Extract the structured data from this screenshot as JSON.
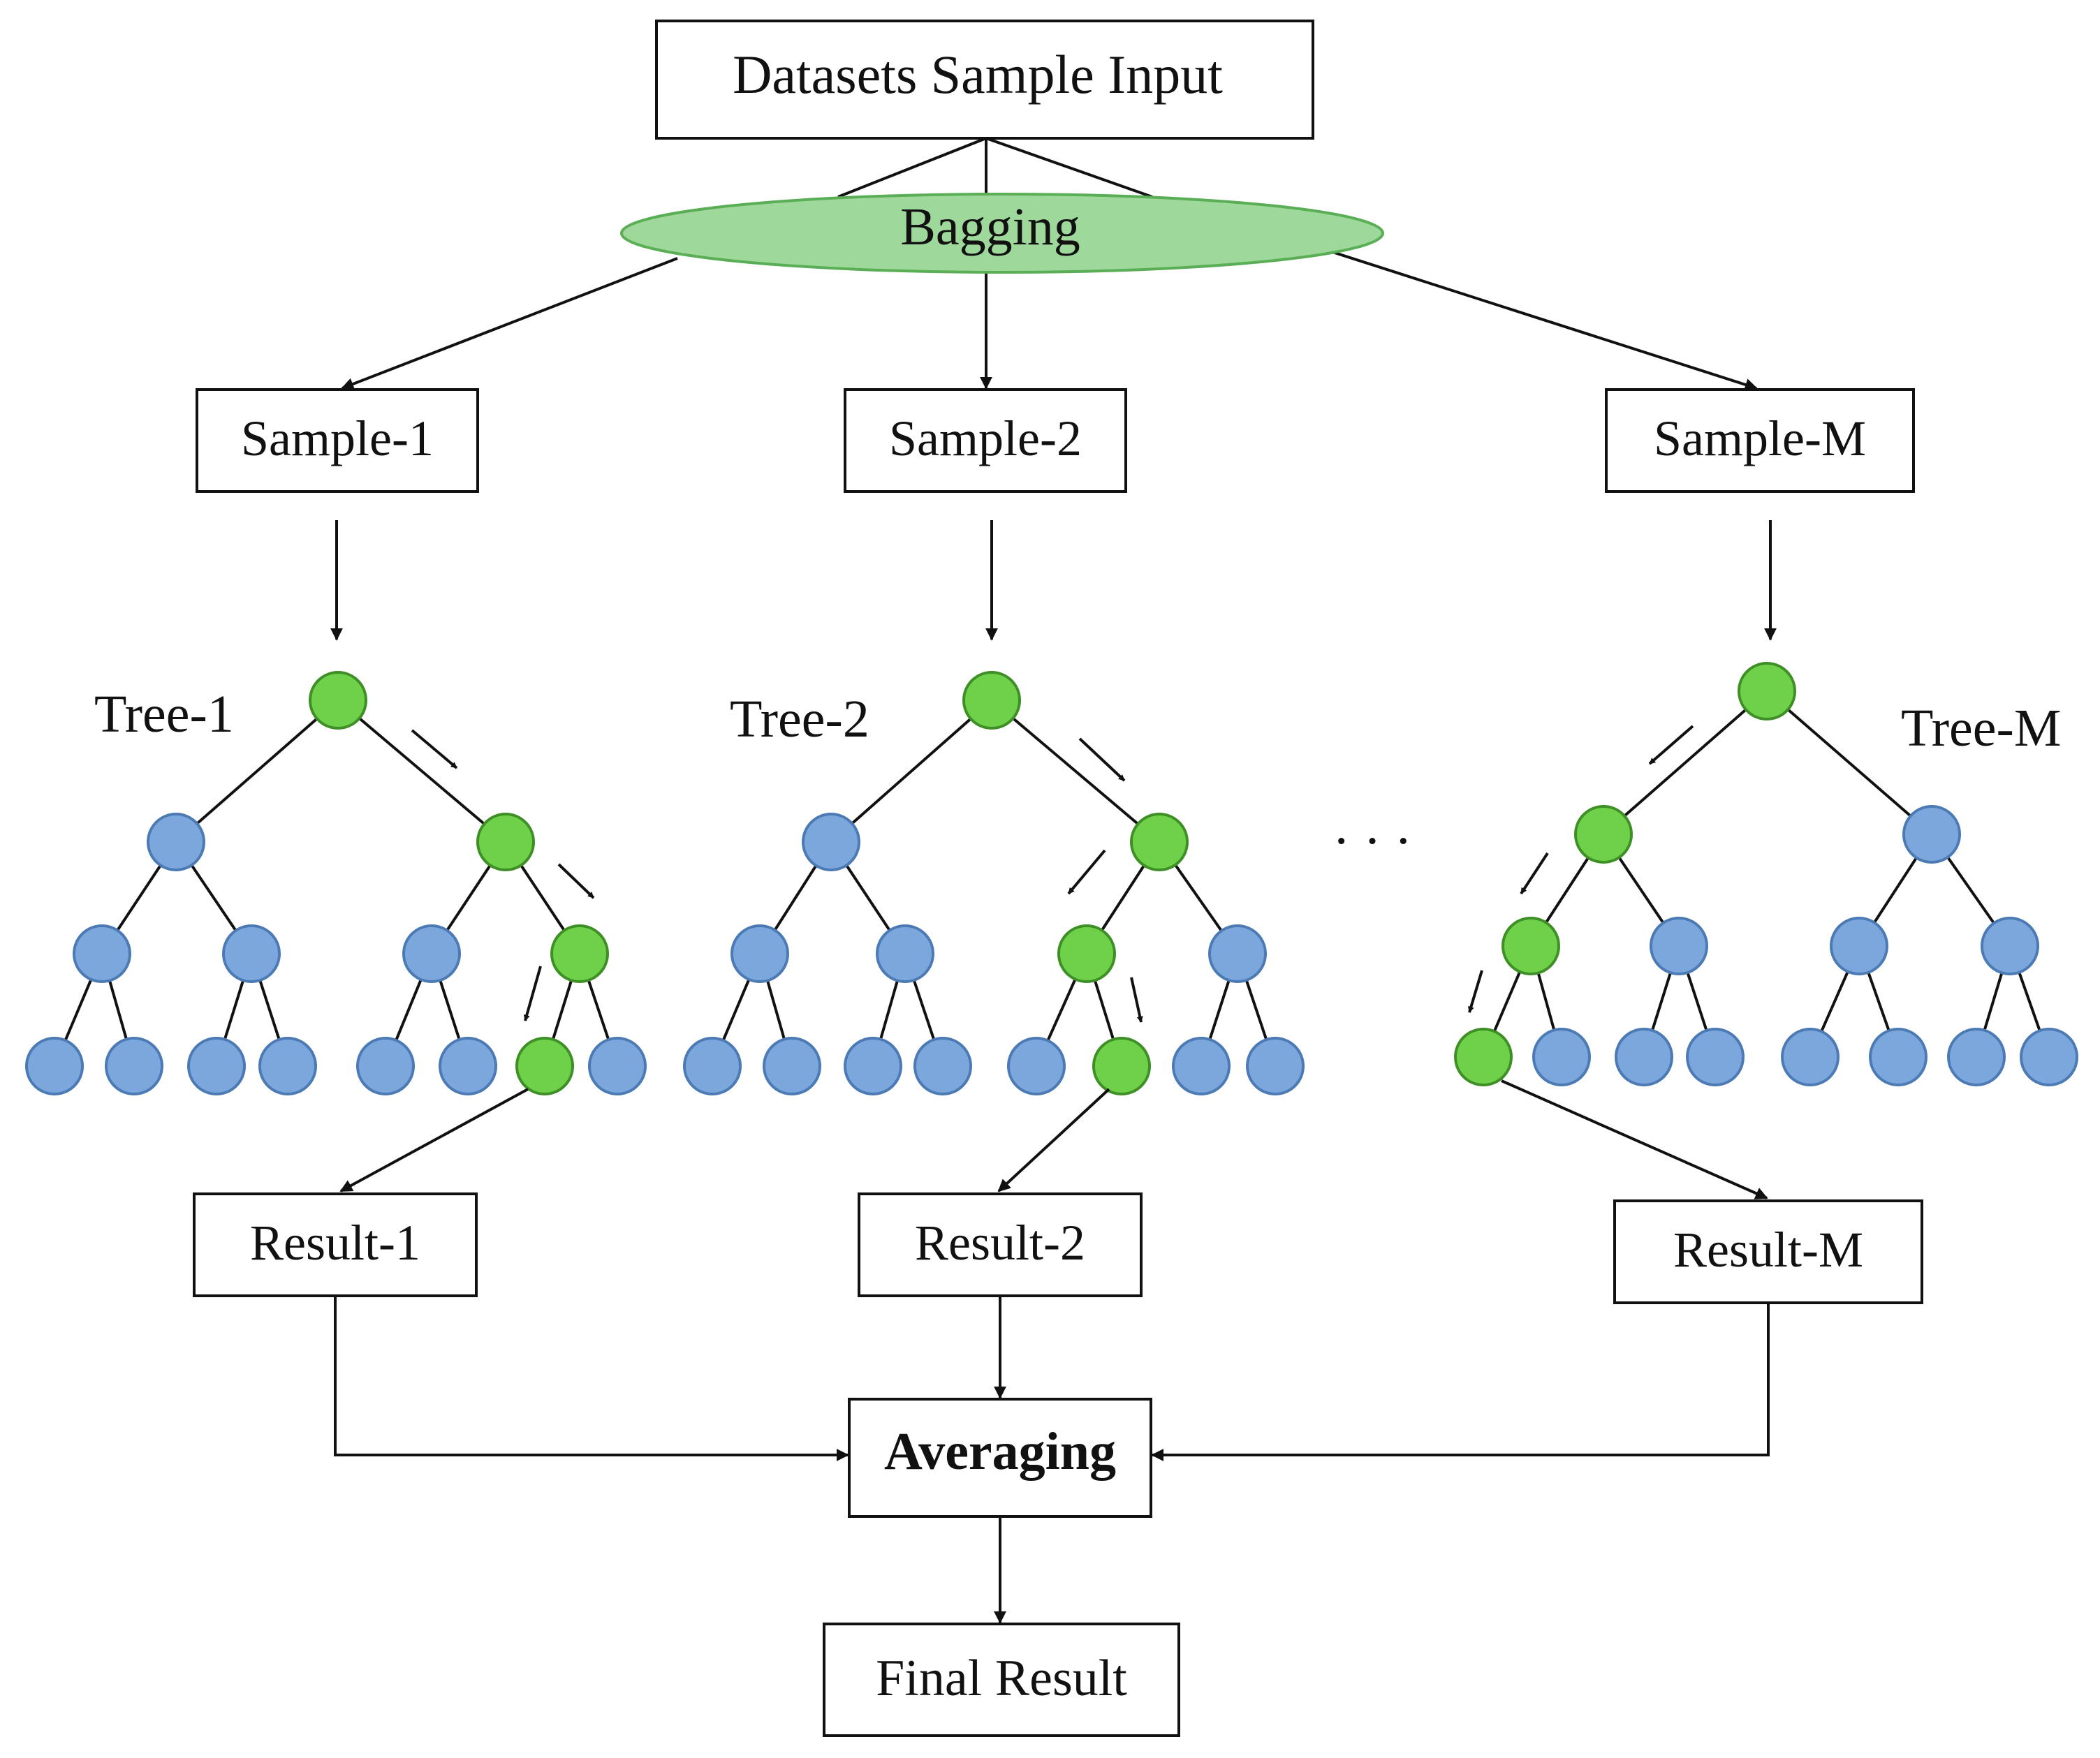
{
  "diagram": {
    "input_label": "Datasets Sample Input",
    "bagging_label": "Bagging",
    "samples": [
      "Sample-1",
      "Sample-2",
      "Sample-M"
    ],
    "trees": [
      "Tree-1",
      "Tree-2",
      "Tree-M"
    ],
    "ellipsis": "· · ·",
    "results": [
      "Result-1",
      "Result-2",
      "Result-M"
    ],
    "averaging_label": "Averaging",
    "final_label": "Final Result"
  },
  "colors": {
    "node_default": "#7ba7dc",
    "node_default_stroke": "#4c7ab5",
    "node_path": "#6fd14a",
    "node_path_stroke": "#3f8f27",
    "bagging_fill": "#9ed89a",
    "bagging_stroke": "#5aae55",
    "line": "#111111"
  }
}
